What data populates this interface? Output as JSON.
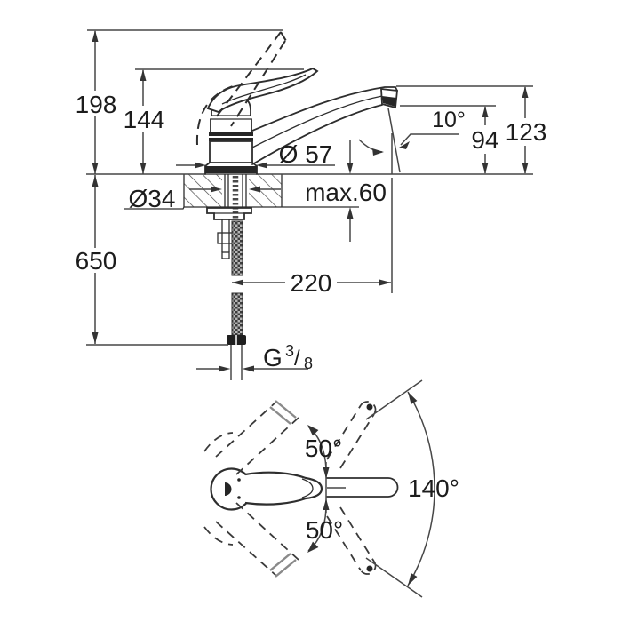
{
  "drawing": {
    "kind": "faucet installation technical drawing",
    "colors": {
      "background": "#ffffff",
      "part_line": "#2e2e2e",
      "dimension_line": "#474747",
      "text": "#1c1c1c"
    },
    "labels": {
      "height_total": "198",
      "height_body": "144",
      "depth_below_deck": "650",
      "height_spout_top": "123",
      "height_outlet": "94",
      "outlet_angle": "10°",
      "body_diameter": "Ø 57",
      "hole_diameter": "Ø34",
      "max_deck_thickness": "max.60",
      "spout_reach": "220",
      "thread_g": "G",
      "thread_sup": "3",
      "thread_slash": "/",
      "thread_sub": "8",
      "swivel_upper": "50°",
      "swivel_lower": "50°",
      "swivel_total": "140°"
    }
  }
}
